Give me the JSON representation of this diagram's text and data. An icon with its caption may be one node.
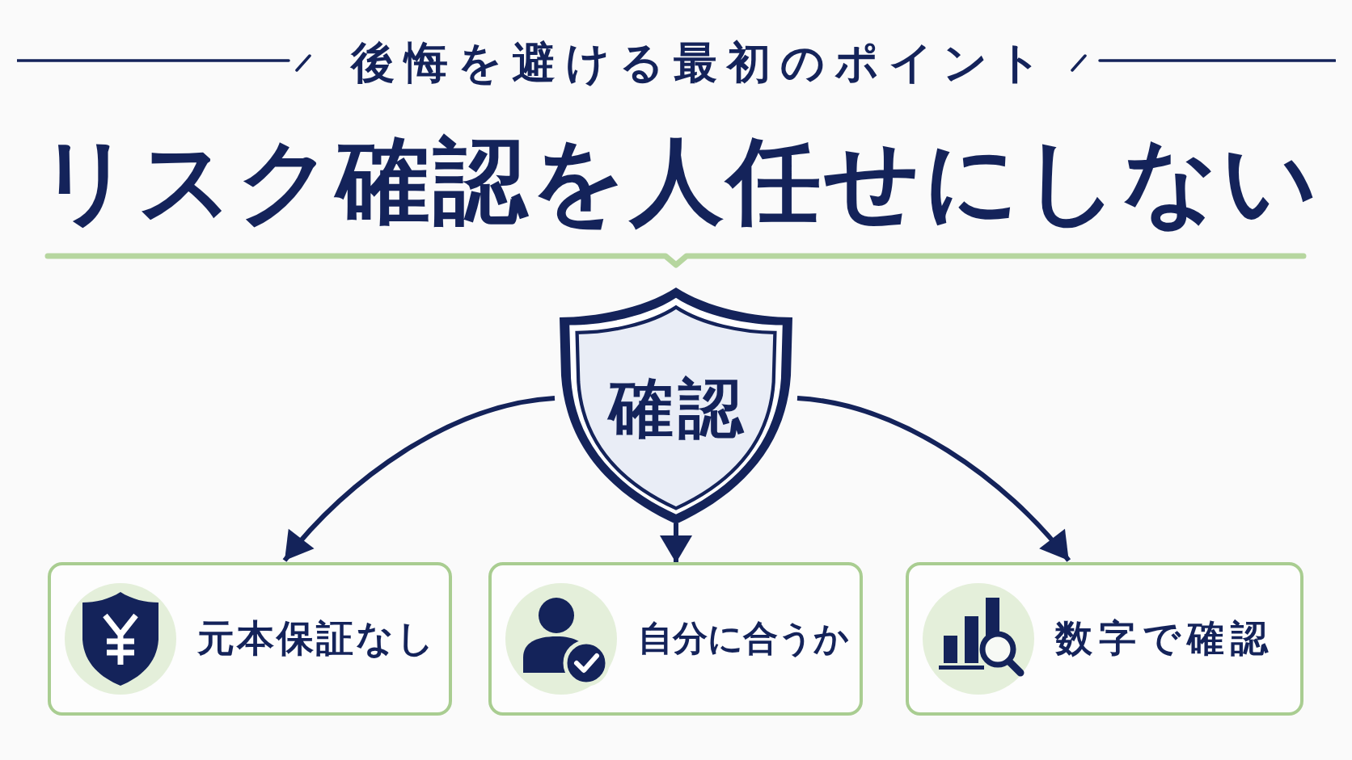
{
  "diagram": {
    "title": "リスク確認を人任せにしない",
    "nodes": [
      {
        "text": [
          "確認"
        ]
      },
      {
        "text": [
          "元本保証なし"
        ]
      },
      {
        "text": [
          "自分に合うか"
        ]
      },
      {
        "text": [
          "数字で確認"
        ]
      }
    ],
    "edges": [
      {
        "from": 0,
        "to": 1,
        "arrow": "to"
      },
      {
        "from": 0,
        "to": 2,
        "arrow": "to"
      },
      {
        "from": 0,
        "to": 3,
        "arrow": "to"
      }
    ],
    "labels": [
      "後悔を避ける最初のポイント"
    ]
  }
}
